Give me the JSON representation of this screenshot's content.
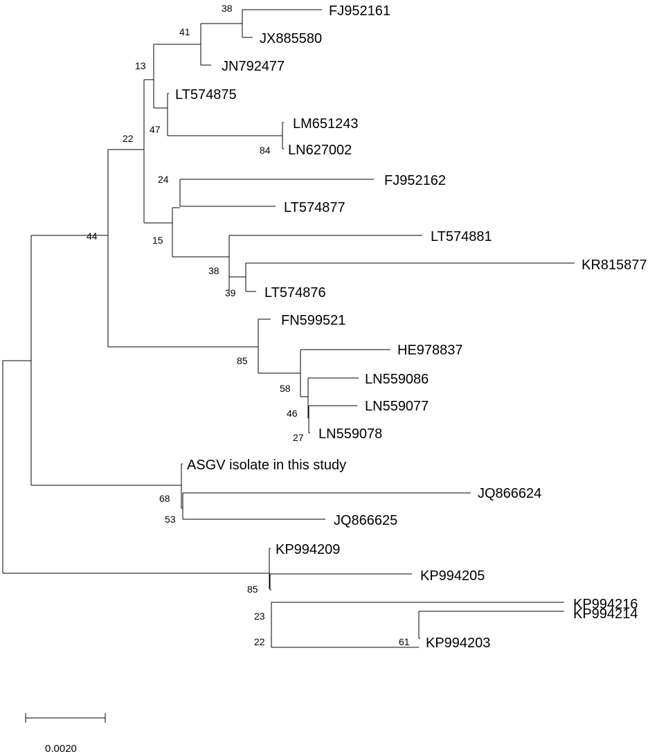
{
  "tree": {
    "leaves": [
      {
        "id": "FJ952161",
        "label": "FJ952161"
      },
      {
        "id": "JX885580",
        "label": "JX885580"
      },
      {
        "id": "JN792477",
        "label": "JN792477"
      },
      {
        "id": "LT574875",
        "label": "LT574875"
      },
      {
        "id": "LM651243",
        "label": "LM651243"
      },
      {
        "id": "LN627002",
        "label": "LN627002"
      },
      {
        "id": "FJ952162",
        "label": "FJ952162"
      },
      {
        "id": "LT574877",
        "label": "LT574877"
      },
      {
        "id": "LT574881",
        "label": "LT574881"
      },
      {
        "id": "KR815877",
        "label": "KR815877"
      },
      {
        "id": "LT574876",
        "label": "LT574876"
      },
      {
        "id": "FN599521",
        "label": "FN599521"
      },
      {
        "id": "HE978837",
        "label": "HE978837"
      },
      {
        "id": "LN559086",
        "label": "LN559086"
      },
      {
        "id": "LN559077",
        "label": "LN559077"
      },
      {
        "id": "LN559078",
        "label": "LN559078"
      },
      {
        "id": "ASGV",
        "label": "ASGV isolate in this study"
      },
      {
        "id": "JQ866624",
        "label": "JQ866624"
      },
      {
        "id": "JQ866625",
        "label": "JQ866625"
      },
      {
        "id": "KP994209",
        "label": "KP994209"
      },
      {
        "id": "KP994205",
        "label": "KP994205"
      },
      {
        "id": "KP994216",
        "label": "KP994216"
      },
      {
        "id": "KP994214",
        "label": "KP994214"
      },
      {
        "id": "KP994203",
        "label": "KP994203"
      }
    ],
    "support_values": [
      "38",
      "41",
      "13",
      "47",
      "84",
      "22",
      "24",
      "15",
      "38",
      "39",
      "44",
      "85",
      "58",
      "46",
      "27",
      "68",
      "53",
      "85",
      "23",
      "22",
      "61"
    ],
    "scale_bar": {
      "label": "0.0020",
      "length": 0.002
    },
    "line_color": "#000000",
    "background": "#ffffff"
  }
}
